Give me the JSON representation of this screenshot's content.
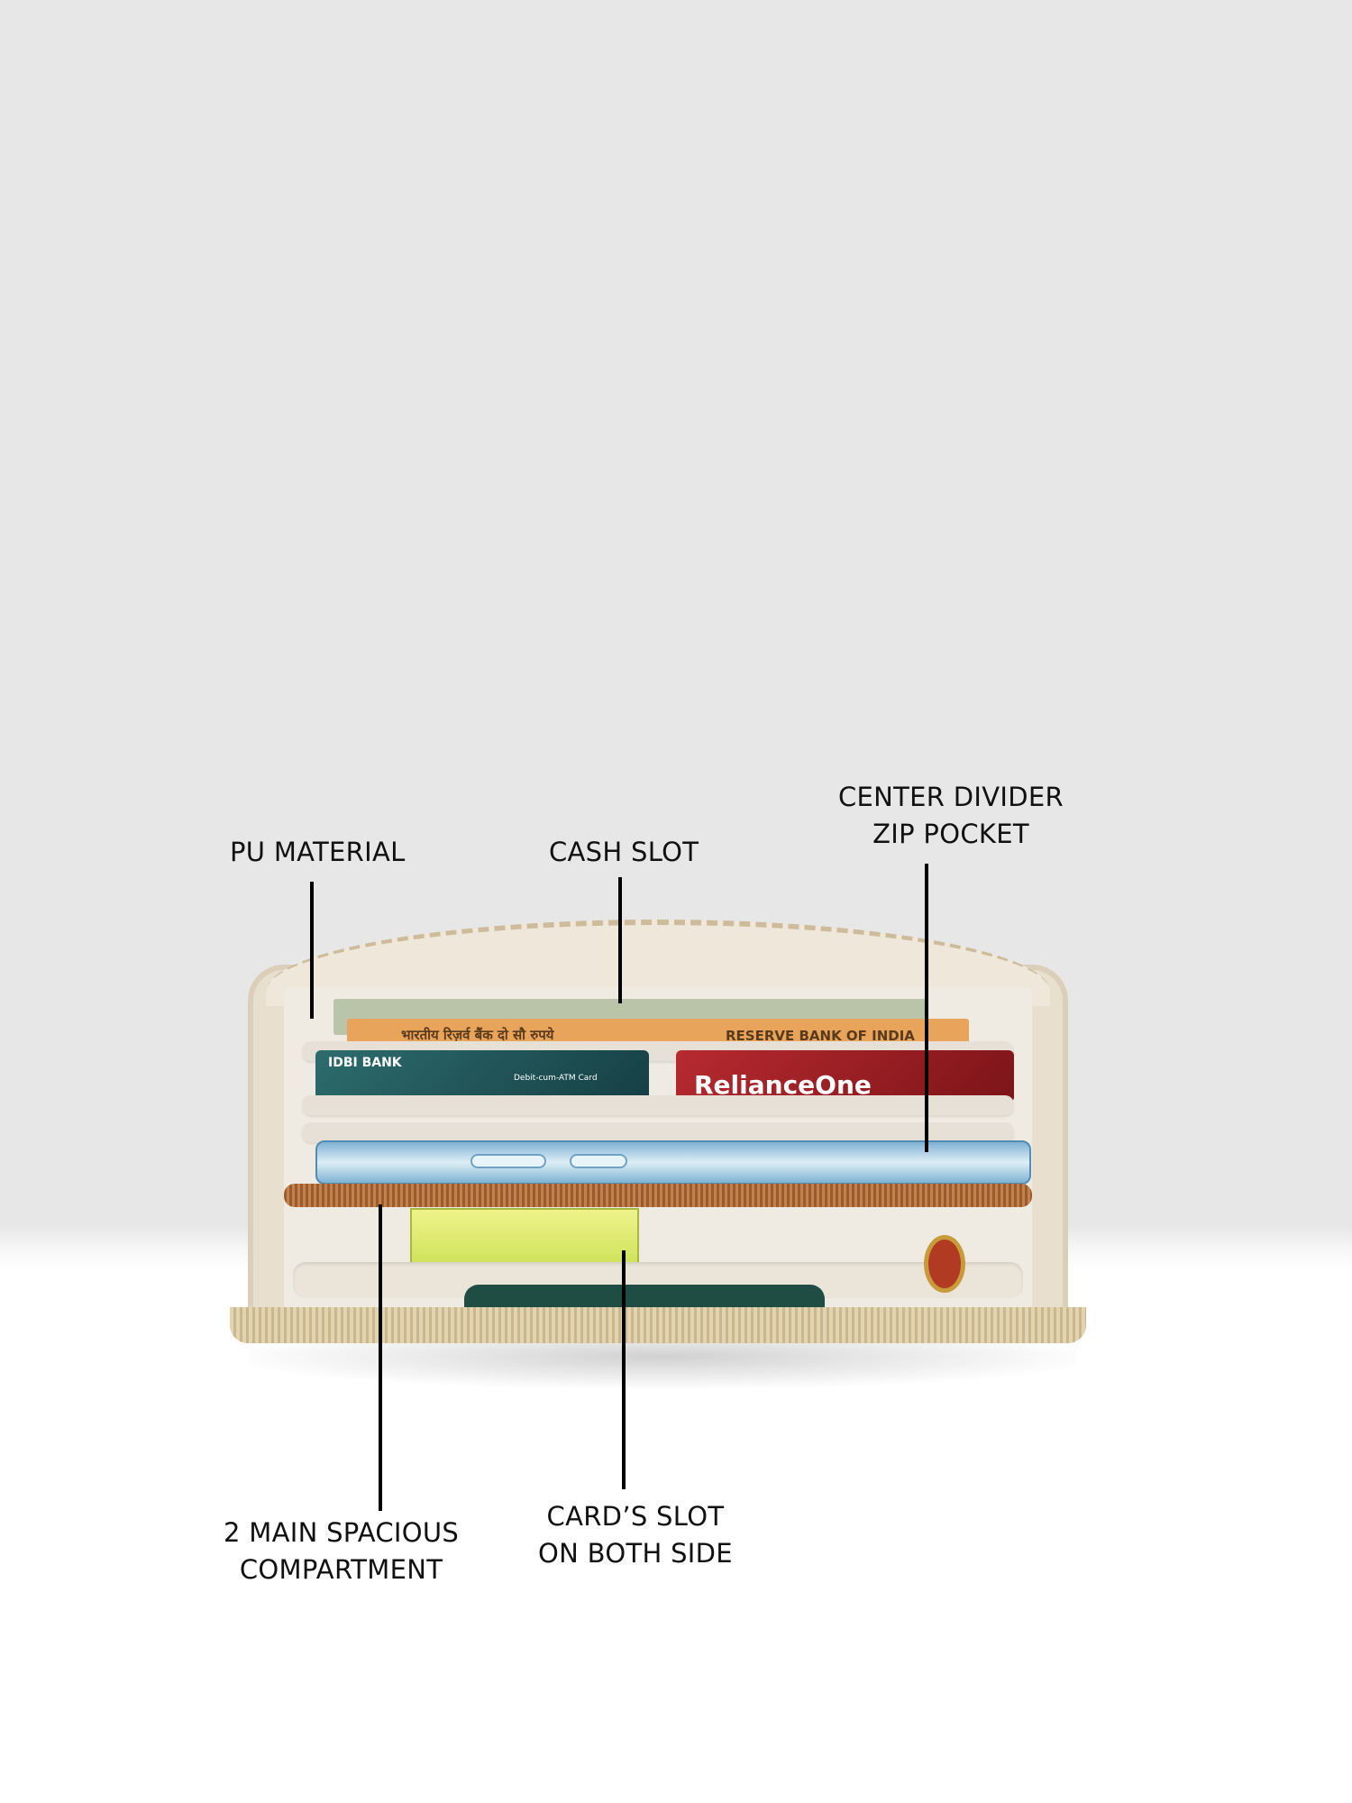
{
  "product": {
    "description": "Open zip-around wallet shown with cash, cards, phone and items inside",
    "colors": {
      "background_top": "#e7e7e7",
      "background_bottom": "#ffffff",
      "wallet_body": "#e9dfcf",
      "label_text": "#111111",
      "leader_line": "#000000"
    },
    "contents_visible": {
      "banknote_text_hindi": "भारतीय रिज़र्व बैंक  दो सौ रुपये",
      "banknote_text_english": "RESERVE BANK OF INDIA",
      "card_left": "IDBI BANK",
      "card_left_subtitle": "Debit-cum-ATM Card",
      "card_right": "RelianceOne"
    }
  },
  "callouts": [
    {
      "id": "pu-material",
      "lines": [
        "PU MATERIAL"
      ]
    },
    {
      "id": "cash-slot",
      "lines": [
        "CASH SLOT"
      ]
    },
    {
      "id": "center-divider",
      "lines": [
        "CENTER DIVIDER",
        "ZIP POCKET"
      ]
    },
    {
      "id": "main-compartment",
      "lines": [
        "2 MAIN SPACIOUS",
        "COMPARTMENT"
      ]
    },
    {
      "id": "card-slot",
      "lines": [
        "CARD’S SLOT",
        "ON BOTH SIDE"
      ]
    }
  ]
}
